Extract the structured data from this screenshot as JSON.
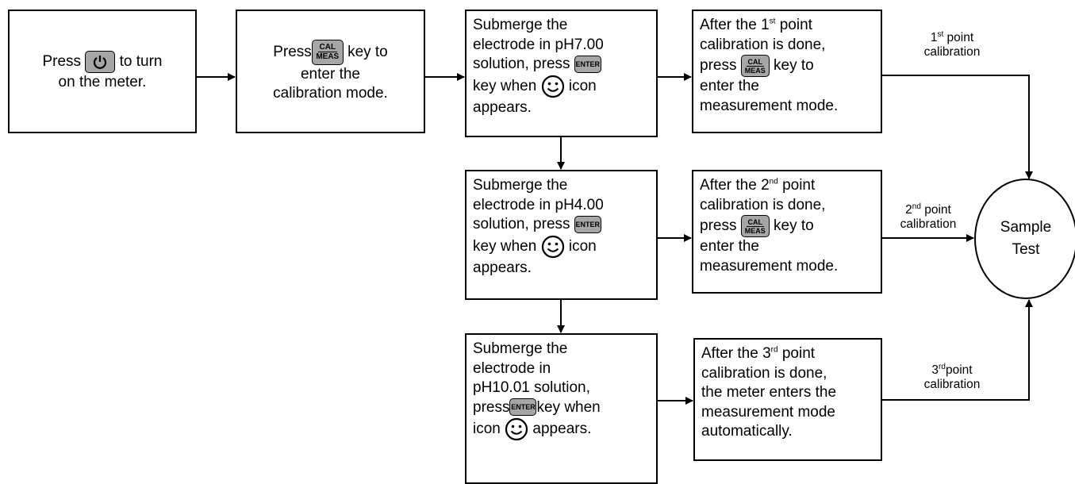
{
  "boxes": {
    "power": {
      "pre": "Press",
      "post": "to turn",
      "line2": "on the meter."
    },
    "cal": {
      "pre": "Press",
      "post": "key to",
      "line2": "enter the",
      "line3": "calibration mode."
    },
    "sub1": {
      "l1": "Submerge the",
      "l2": "electrode in pH7.00",
      "l3": "solution, press",
      "l4a": "key when",
      "l4b": "icon",
      "l5": "appears."
    },
    "sub2": {
      "l1": "Submerge the",
      "l2": "electrode in pH4.00",
      "l3": "solution, press",
      "l4a": "key when",
      "l4b": "icon",
      "l5": "appears."
    },
    "sub3": {
      "l1": "Submerge the",
      "l2": "electrode in",
      "l3": "pH10.01 solution,",
      "l4a": "press",
      "l4b": "key when",
      "l5a": "icon",
      "l5b": "appears."
    },
    "after1": {
      "l1a": "After the 1",
      "l1sup": "st",
      "l1b": " point",
      "l2": "calibration is done,",
      "l3a": "press",
      "l3b": "key to",
      "l4": "enter the",
      "l5": "measurement mode."
    },
    "after2": {
      "l1a": "After the 2",
      "l1sup": "nd",
      "l1b": " point",
      "l2": "calibration is done,",
      "l3a": "press",
      "l3b": "key to",
      "l4": "enter the",
      "l5": "measurement mode."
    },
    "after3": {
      "l1a": "After the 3",
      "l1sup": "rd",
      "l1b": " point",
      "l2": "calibration is done,",
      "l3": "the meter enters the",
      "l4": "measurement mode",
      "l5": "automatically."
    }
  },
  "keys": {
    "cal_top": "CAL",
    "cal_bottom": "MEAS",
    "enter": "ENTER"
  },
  "labels": {
    "p1": {
      "num": "1",
      "sup": "st",
      "rest": " point",
      "line2": "calibration"
    },
    "p2": {
      "num": "2",
      "sup": "nd",
      "rest": " point",
      "line2": "calibration"
    },
    "p3": {
      "num": "3",
      "sup": "rd",
      "rest": "point",
      "line2": "calibration"
    }
  },
  "sample_test": {
    "line1": "Sample",
    "line2": "Test"
  },
  "icons": [
    "power-key-icon",
    "cal-meas-key-icon",
    "enter-key-icon",
    "smiley-icon"
  ]
}
